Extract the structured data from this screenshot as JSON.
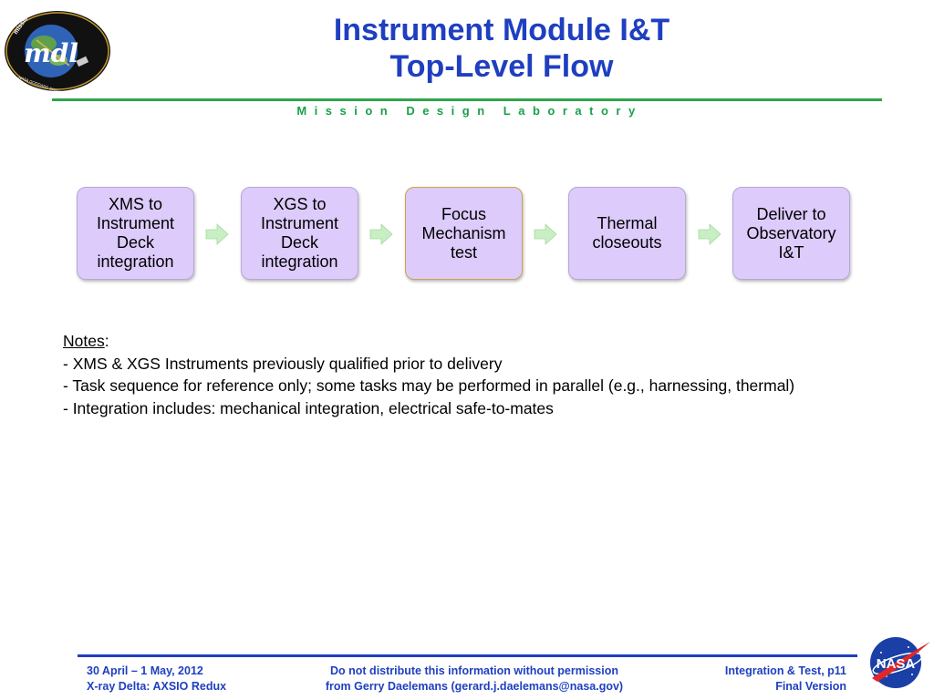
{
  "header": {
    "title_line1": "Instrument Module I&T",
    "title_line2": "Top-Level Flow",
    "subtitle": "Mission Design Laboratory"
  },
  "logo": {
    "letters": "mdl",
    "ring_text": "mission design lab",
    "ring_bottom": "NASA GODDARD SPACE FLIGHT CENTER"
  },
  "flow": {
    "steps": [
      {
        "label": "XMS to Instrument Deck integration"
      },
      {
        "label": "XGS to Instrument Deck integration"
      },
      {
        "label": "Focus Mechanism test"
      },
      {
        "label": "Thermal closeouts"
      },
      {
        "label": "Deliver to Observatory I&T"
      }
    ]
  },
  "notes": {
    "heading": "Notes",
    "items": [
      "- XMS & XGS Instruments previously qualified prior to delivery",
      "- Task sequence for reference only; some tasks may be performed in parallel (e.g., harnessing, thermal)",
      "- Integration includes: mechanical integration, electrical safe-to-mates"
    ]
  },
  "footer": {
    "left_line1": "30 April – 1 May, 2012",
    "left_line2": "X-ray Delta: AXSIO Redux",
    "mid_line1": "Do not distribute this information without permission",
    "mid_line2": "from Gerry Daelemans (gerard.j.daelemans@nasa.gov)",
    "right_line1": "Integration & Test, p11",
    "right_line2": "Final Version"
  },
  "nasa_logo": {
    "text": "NASA"
  },
  "colors": {
    "title_blue": "#1f3fc0",
    "green": "#1aa049",
    "box_fill": "#dccbfb",
    "arrow_green": "#c8eec4"
  }
}
